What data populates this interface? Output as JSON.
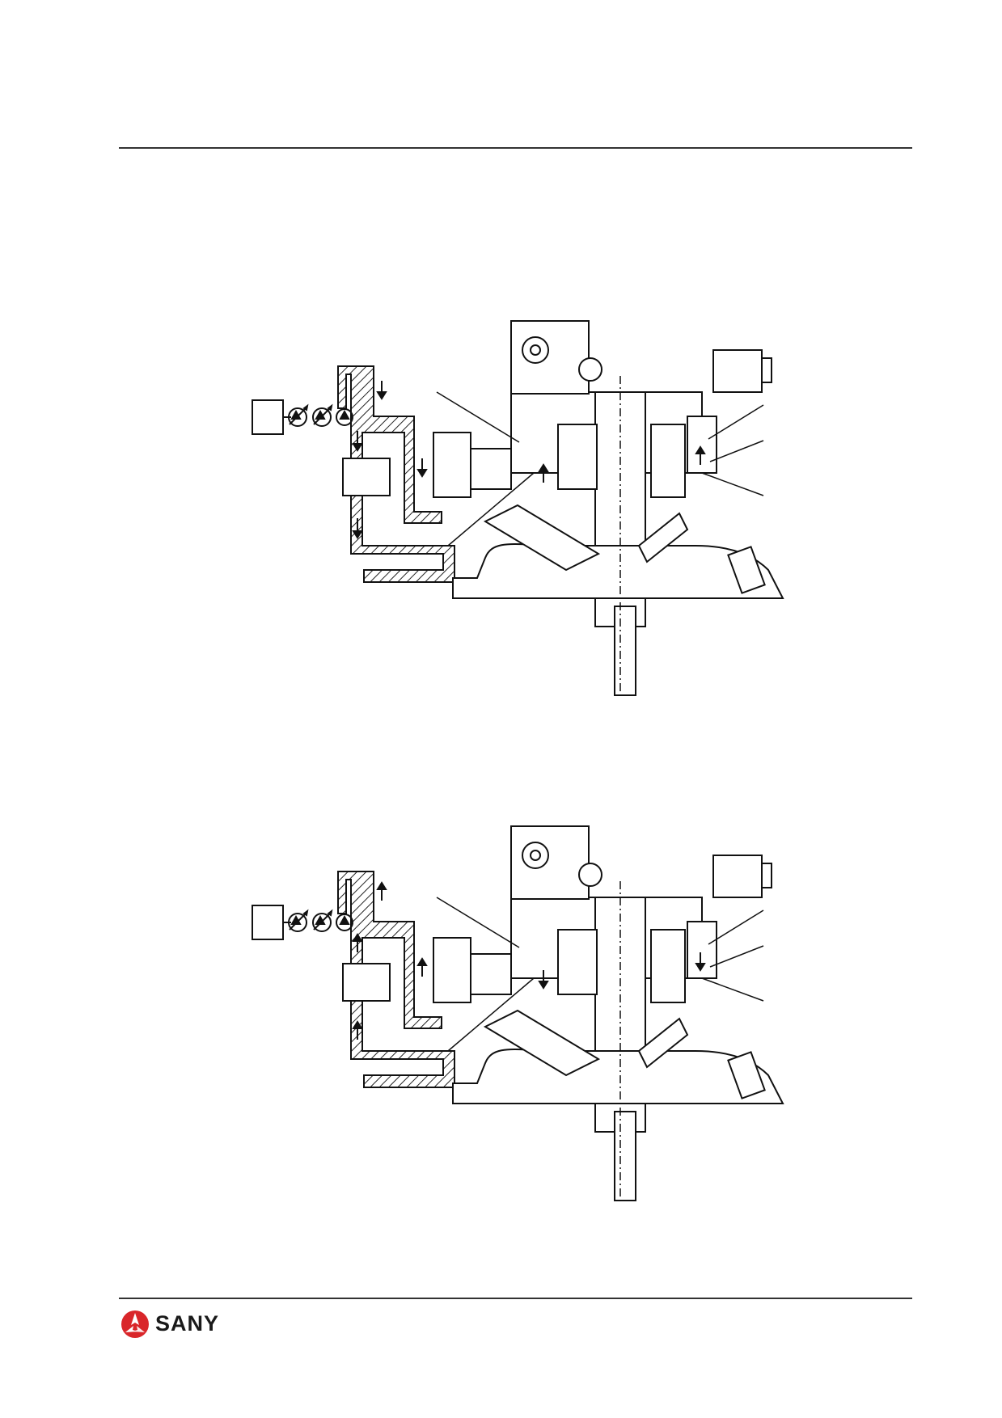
{
  "brand": {
    "name": "SANY",
    "logo_color": "#d9262a"
  },
  "figures": [
    {
      "id": "upper",
      "flow_direction": "down"
    },
    {
      "id": "lower",
      "flow_direction": "up"
    }
  ]
}
